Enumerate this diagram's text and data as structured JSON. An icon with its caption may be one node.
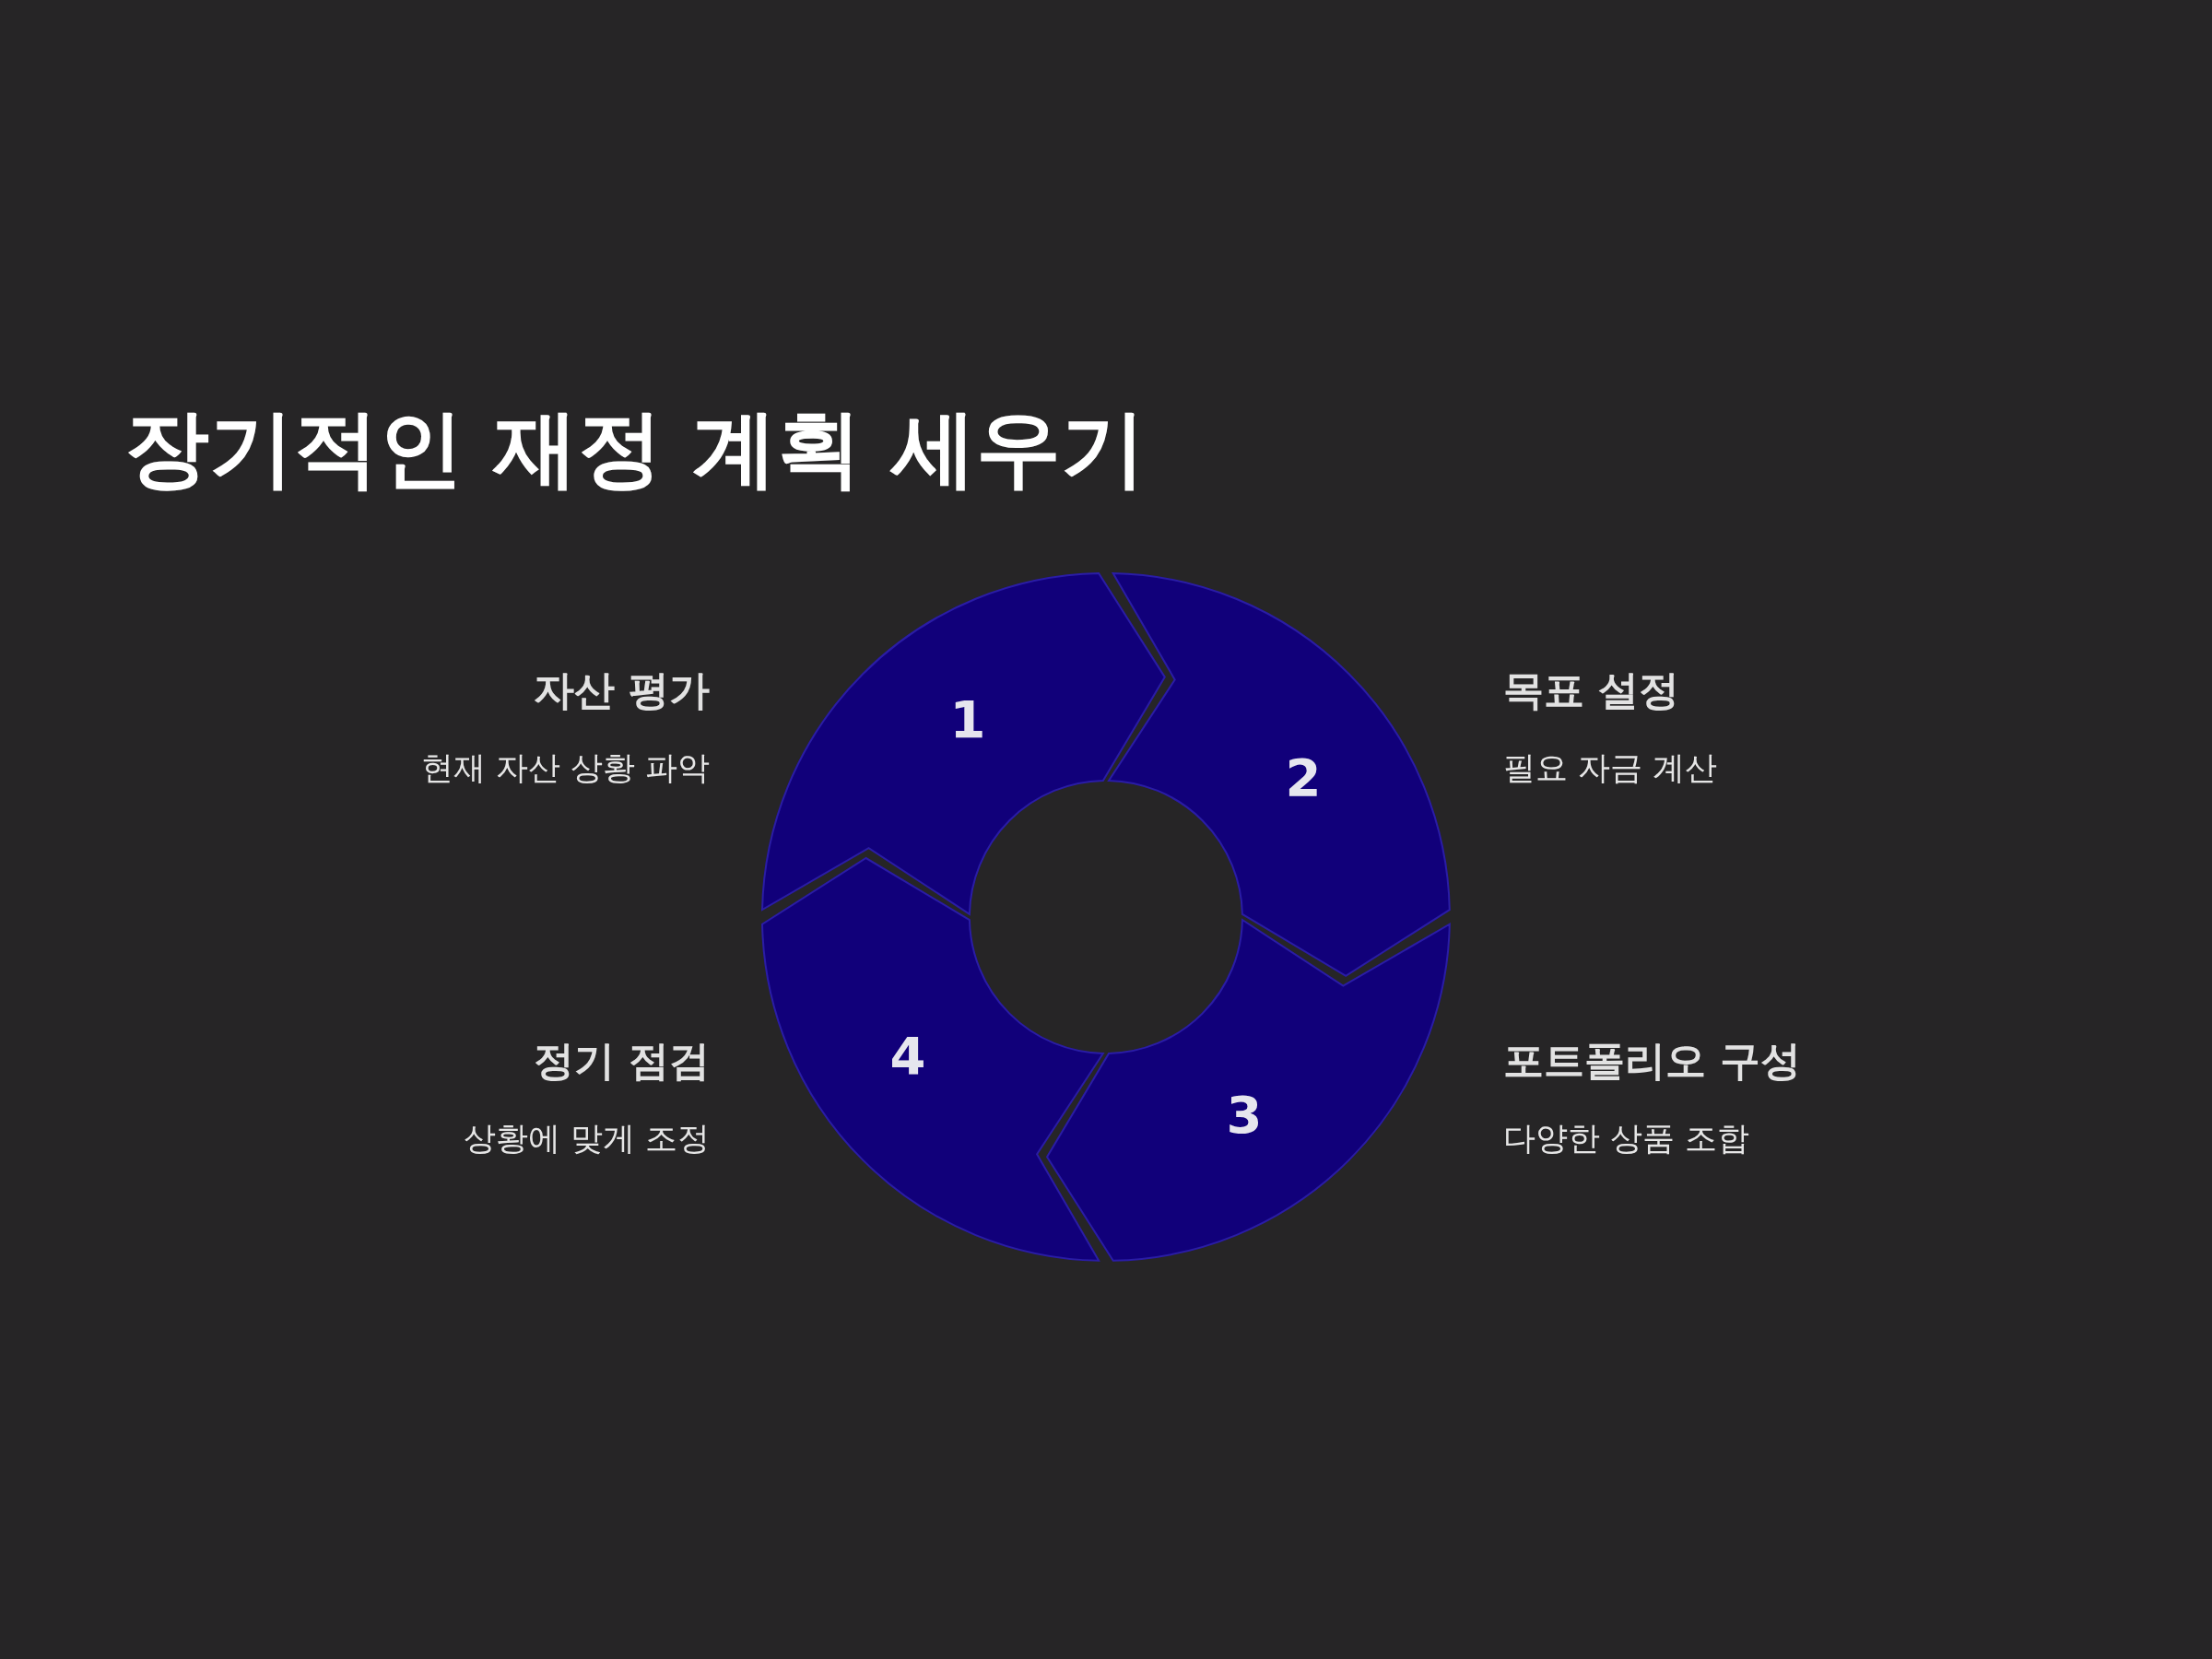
{
  "diagram": {
    "title": "장기적인 재정 계획 세우기",
    "nodes": [
      {
        "text": [
          "1"
        ],
        "beside": [
          "자산 평가",
          "현재 자산 상황 파악"
        ]
      },
      {
        "text": [
          "2"
        ],
        "beside": [
          "목표 설정",
          "필요 자금 계산"
        ]
      },
      {
        "text": [
          "3"
        ],
        "beside": [
          "포트폴리오 구성",
          "다양한 상품 조합"
        ]
      },
      {
        "text": [
          "4"
        ],
        "beside": [
          "정기 점검",
          "상황에 맞게 조정"
        ]
      }
    ]
  }
}
